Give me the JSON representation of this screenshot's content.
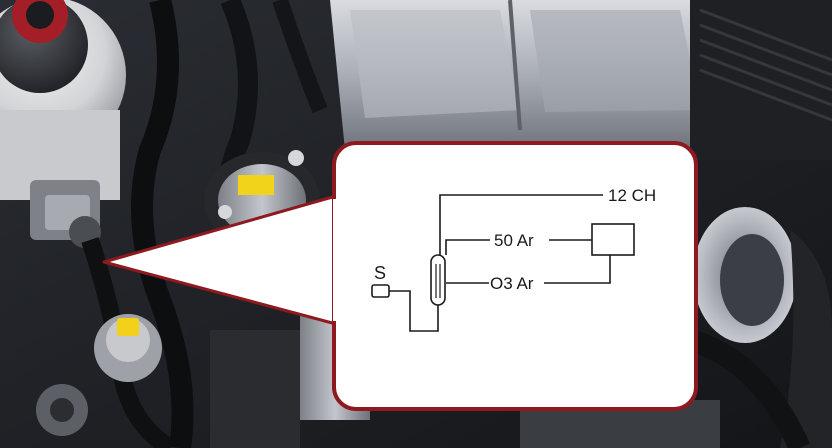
{
  "scene": {
    "subject": "engine-bay-photo",
    "accent_color": "#9b1b22",
    "callout_border_color": "#8e1a20"
  },
  "diagram": {
    "label_top": "12 CH",
    "label_middle": "50 Ar",
    "label_lower": "O3 Ar",
    "sensor_symbol": "S"
  }
}
